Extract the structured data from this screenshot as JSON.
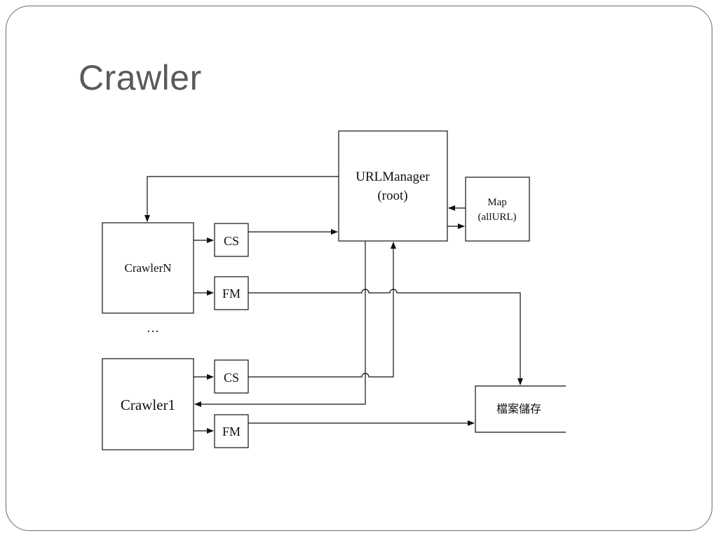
{
  "slide": {
    "title": "Crawler"
  },
  "diagram": {
    "nodes": {
      "url_manager": {
        "line1": "URLManager",
        "line2": "(root)"
      },
      "map": {
        "line1": "Map",
        "line2": "(allURL)"
      },
      "crawler_n": {
        "label": "CrawlerN"
      },
      "crawler_1": {
        "label": "Crawler1"
      },
      "cs_top": {
        "label": "CS"
      },
      "fm_top": {
        "label": "FM"
      },
      "cs_bottom": {
        "label": "CS"
      },
      "fm_bottom": {
        "label": "FM"
      },
      "storage": {
        "label": "檔案儲存"
      },
      "ellipsis": {
        "label": "…"
      }
    }
  }
}
